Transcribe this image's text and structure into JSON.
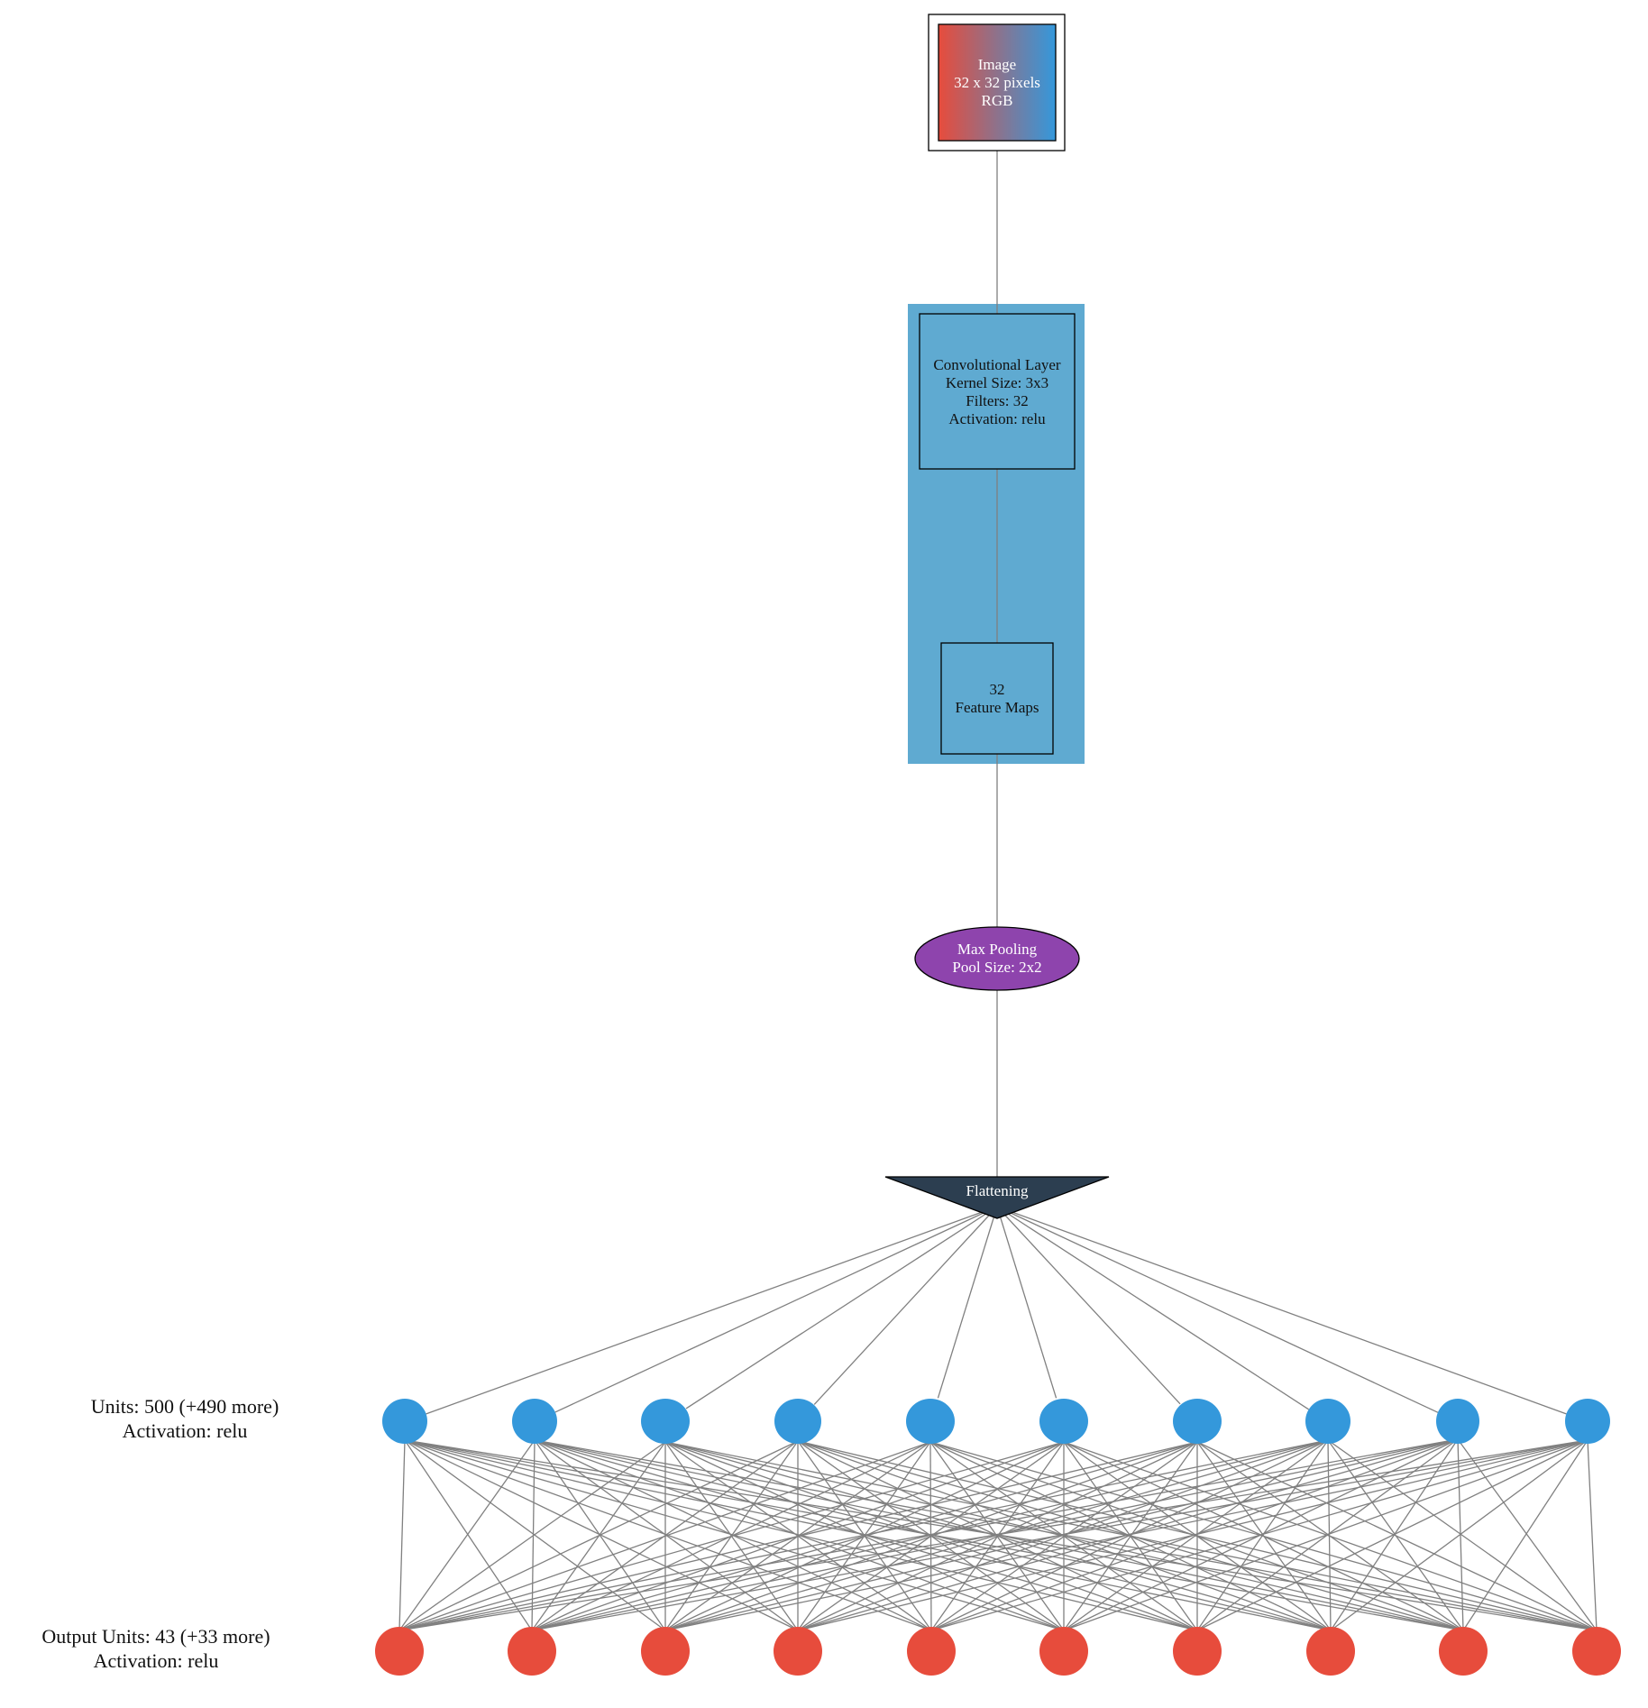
{
  "colors": {
    "input_gradient_start": "#e74c3c",
    "input_gradient_end": "#3498db",
    "conv_cluster": "#5faad1",
    "pooling": "#8e44ad",
    "flatten": "#2c3e50",
    "dense_nodes": "#3498db",
    "output_nodes": "#e74c3c",
    "edges": "#808080"
  },
  "input": {
    "lines": [
      "Image",
      "32 x 32 pixels",
      "RGB"
    ]
  },
  "conv": {
    "layer_lines": [
      "Convolutional Layer",
      "Kernel Size: 3x3",
      "Filters: 32",
      "Activation: relu"
    ],
    "feature_lines": [
      "32",
      "Feature Maps"
    ]
  },
  "pooling": {
    "lines": [
      "Max Pooling",
      "Pool Size: 2x2"
    ]
  },
  "flatten": {
    "label": "Flattening"
  },
  "dense": {
    "label_lines": [
      "Units: 500 (+490 more)",
      "Activation: relu"
    ],
    "visible_nodes": 10
  },
  "output": {
    "label_lines": [
      "Output Units: 43 (+33 more)",
      "Activation: relu"
    ],
    "visible_nodes": 10
  }
}
